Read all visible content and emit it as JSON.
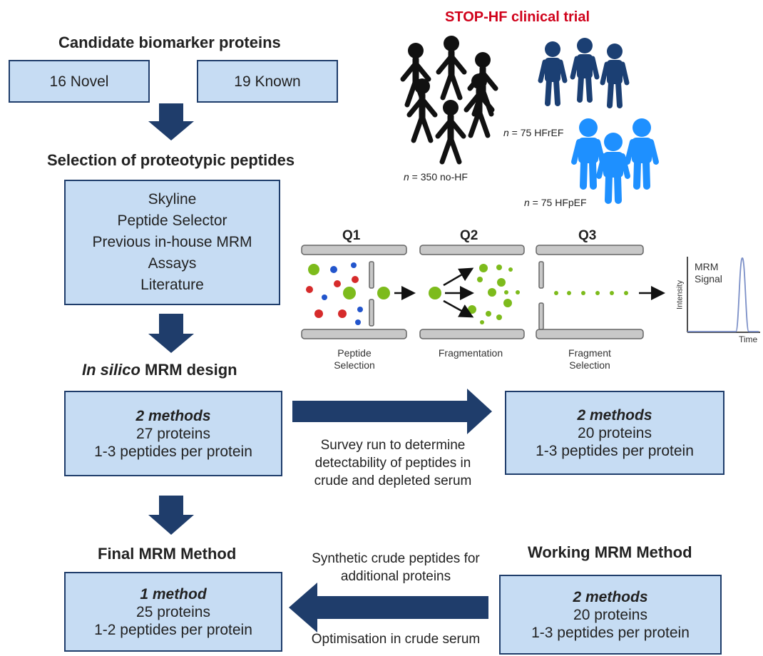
{
  "colors": {
    "box_fill": "#c6dcf3",
    "box_border": "#1f3d6b",
    "arrow": "#1f3d6b",
    "trial_title": "#d0021b",
    "group_no_hf": "#111111",
    "group_hfref": "#1b3f73",
    "group_hfpef": "#1e90ff",
    "ion_green": "#7dbb1c",
    "ion_red": "#d62b2b",
    "ion_blue": "#2255cc"
  },
  "headings": {
    "candidates": "Candidate biomarker proteins",
    "selection": "Selection of proteotypic peptides",
    "insilico_italic": "In silico",
    "insilico_rest": " MRM design",
    "final": "Final MRM Method",
    "working": "Working MRM Method"
  },
  "boxes": {
    "novel": "16 Novel",
    "known": "19 Known",
    "sources": [
      "Skyline",
      "Peptide Selector",
      "Previous in-house MRM",
      "Assays",
      "Literature"
    ],
    "design": {
      "methods": "2 methods",
      "proteins": "27 proteins",
      "peptides": "1-3 peptides per protein"
    },
    "survey_result": {
      "methods": "2 methods",
      "proteins": "20 proteins",
      "peptides": "1-3 peptides per protein"
    },
    "working": {
      "methods": "2 methods",
      "proteins": "20 proteins",
      "peptides": "1-3 peptides per protein"
    },
    "final": {
      "methods": "1 method",
      "proteins": "25 proteins",
      "peptides": "1-2 peptides per protein"
    }
  },
  "arrow_labels": {
    "survey": [
      "Survey run to determine",
      "detectability of peptides in",
      "crude and depleted serum"
    ],
    "synthetic": [
      "Synthetic crude peptides for",
      "additional proteins"
    ],
    "optimisation": "Optimisation in crude serum"
  },
  "trial": {
    "title": "STOP-HF clinical trial",
    "groups": [
      {
        "n_label": "n",
        "count_text": " = 350 no-HF"
      },
      {
        "n_label": "n",
        "count_text": " = 75 HFrEF"
      },
      {
        "n_label": "n",
        "count_text": " = 75 HFpEF"
      }
    ]
  },
  "quadrupole": {
    "stages": [
      {
        "name": "Q1",
        "caption": [
          "Peptide",
          "Selection"
        ]
      },
      {
        "name": "Q2",
        "caption": [
          "Fragmentation"
        ]
      },
      {
        "name": "Q3",
        "caption": [
          "Fragment",
          "Selection"
        ]
      }
    ],
    "signal_label": [
      "MRM",
      "Signal"
    ],
    "y_axis": "Intensity",
    "x_axis": "Time"
  }
}
